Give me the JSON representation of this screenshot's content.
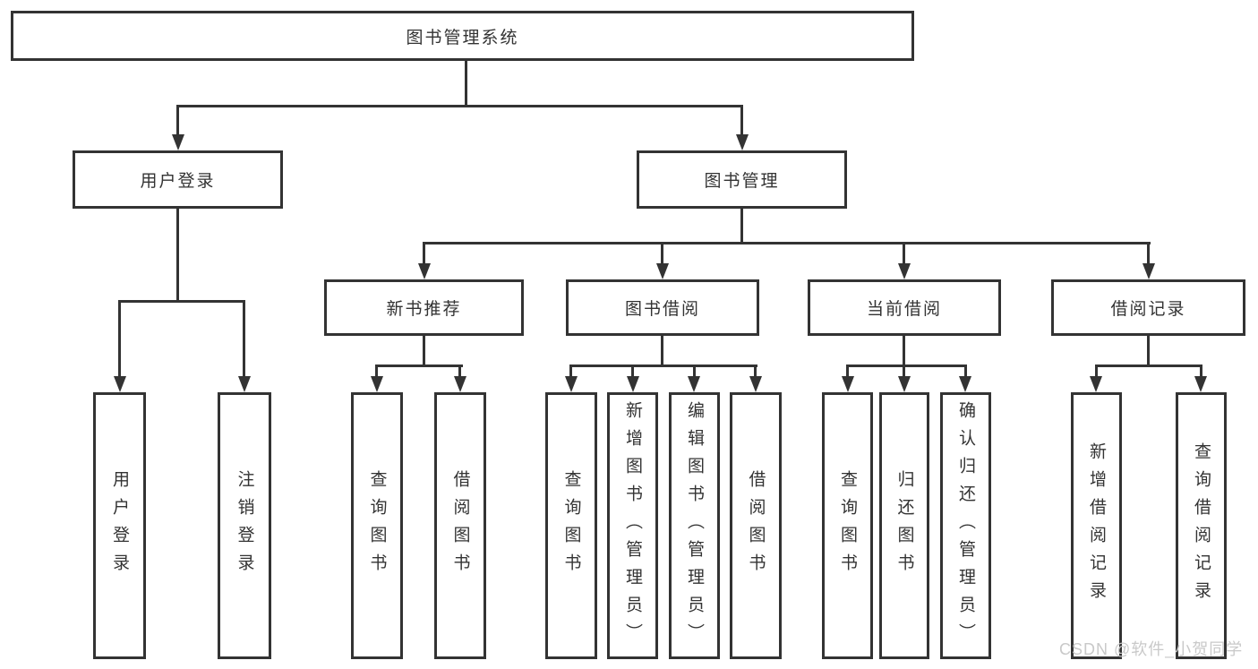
{
  "diagram_title": "图书管理系统",
  "colors": {
    "line": "#333333",
    "text": "#333333",
    "box_background": "#ffffff",
    "page_background": "#ffffff",
    "watermark": "#c9c9c9"
  },
  "watermark": {
    "text": "CSDN @软件_小贺同学"
  },
  "tree": {
    "label": "图书管理系统",
    "children": [
      {
        "label": "用户登录",
        "children": [
          {
            "label": "用户登录"
          },
          {
            "label": "注销登录"
          }
        ]
      },
      {
        "label": "图书管理",
        "children": [
          {
            "label": "新书推荐",
            "children": [
              {
                "label": "查询图书"
              },
              {
                "label": "借阅图书"
              }
            ]
          },
          {
            "label": "图书借阅",
            "children": [
              {
                "label": "查询图书"
              },
              {
                "label": "新增图书（管理员）"
              },
              {
                "label": "编辑图书（管理员）"
              },
              {
                "label": "借阅图书"
              }
            ]
          },
          {
            "label": "当前借阅",
            "children": [
              {
                "label": "查询图书"
              },
              {
                "label": "归还图书"
              },
              {
                "label": "确认归还（管理员）"
              }
            ]
          },
          {
            "label": "借阅记录",
            "children": [
              {
                "label": "新增借阅记录"
              },
              {
                "label": "查询借阅记录"
              }
            ]
          }
        ]
      }
    ]
  }
}
